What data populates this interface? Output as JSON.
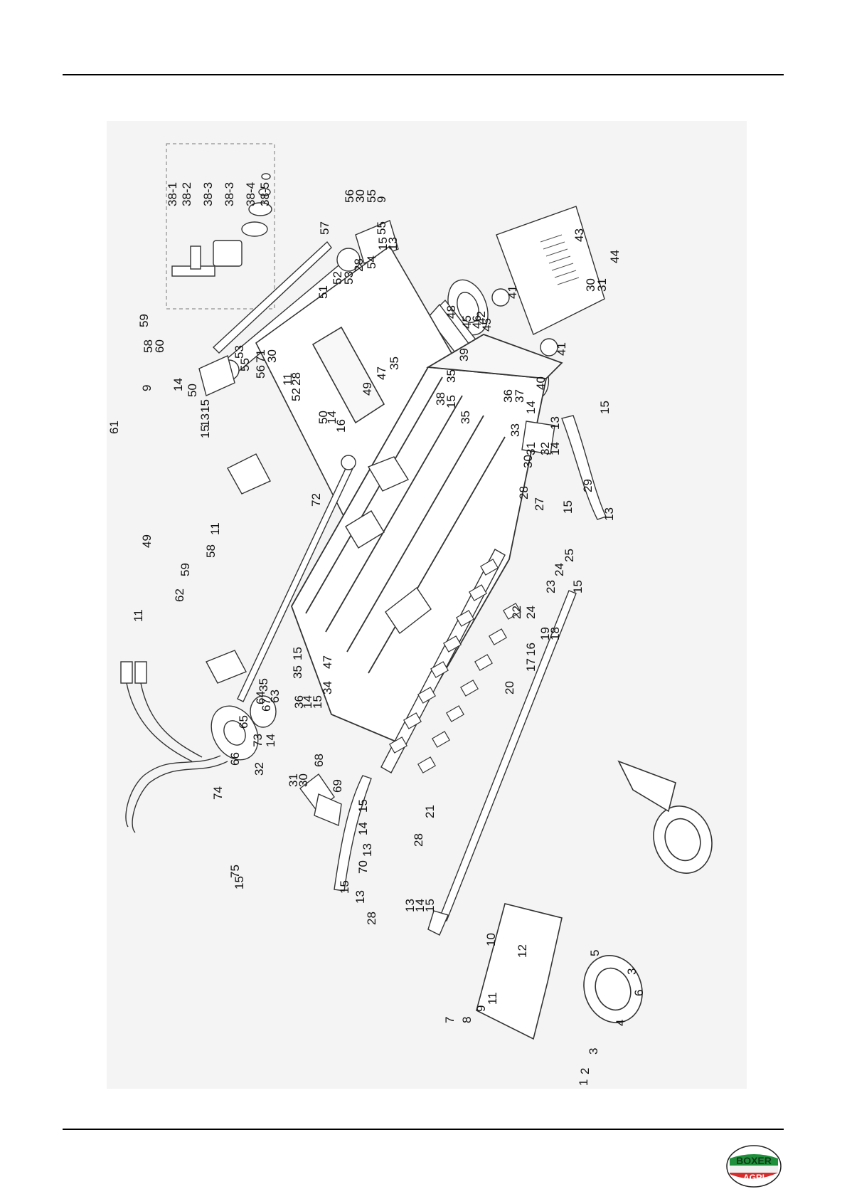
{
  "parts": {
    "inset_labels": [
      "38-1",
      "38-2",
      "38-3",
      "38-3",
      "38-4",
      "38-5"
    ],
    "labels": [
      "57",
      "56",
      "30",
      "55",
      "9",
      "55",
      "13",
      "15",
      "54",
      "28",
      "53",
      "52",
      "51",
      "43",
      "44",
      "31",
      "30",
      "41",
      "42",
      "41",
      "40",
      "39",
      "37",
      "36",
      "35",
      "15",
      "38",
      "35",
      "14",
      "33",
      "32",
      "31",
      "30",
      "13",
      "14",
      "15",
      "29",
      "28",
      "27",
      "15",
      "13",
      "48",
      "45",
      "46",
      "45",
      "49",
      "47",
      "35",
      "16",
      "14",
      "50",
      "71",
      "30",
      "56",
      "55",
      "53",
      "28",
      "52",
      "11",
      "59",
      "58",
      "60",
      "9",
      "14",
      "50",
      "15",
      "13",
      "15",
      "61",
      "49",
      "11",
      "58",
      "59",
      "62",
      "11",
      "72",
      "15",
      "35",
      "63",
      "64",
      "65",
      "66",
      "74",
      "75",
      "15",
      "35",
      "47",
      "34",
      "15",
      "14",
      "36",
      "67",
      "73",
      "14",
      "32",
      "31",
      "30",
      "68",
      "69",
      "15",
      "14",
      "13",
      "28",
      "70",
      "15",
      "13",
      "28",
      "25",
      "24",
      "23",
      "15",
      "18",
      "19",
      "22",
      "24",
      "16",
      "17",
      "20",
      "21",
      "13",
      "14",
      "15",
      "10",
      "12",
      "5",
      "3",
      "6",
      "4",
      "3",
      "2",
      "1",
      "7",
      "8",
      "9",
      "11"
    ]
  },
  "logo": {
    "line1": "BOXER",
    "line2": "AGRI"
  }
}
